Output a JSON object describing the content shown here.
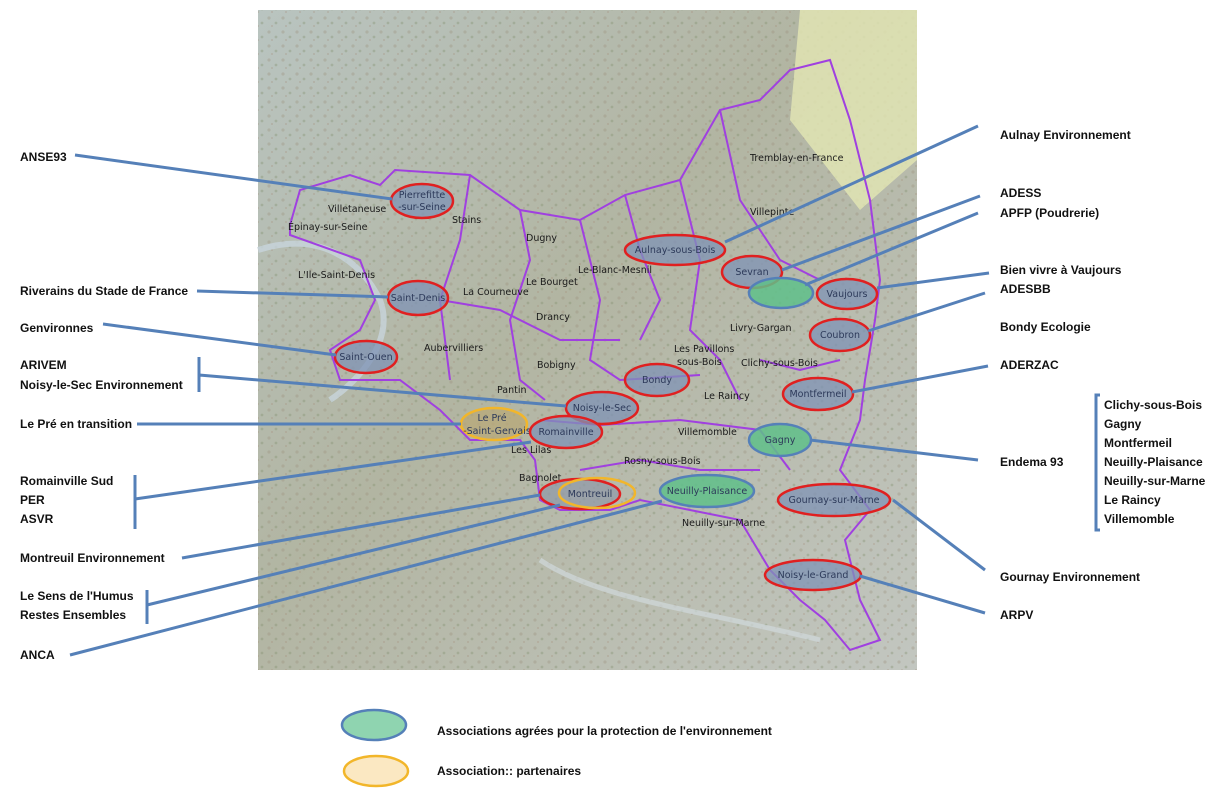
{
  "colors": {
    "red_ring": "#e02020",
    "green_fill": "#5fbf8a",
    "yellow_ring": "#f2b62a",
    "leader": "#5580b8",
    "border": "#a040e0"
  },
  "map": {
    "towns": {
      "tremblay": "Tremblay-en-France",
      "villepinte": "Villepinte",
      "villetaneuse": "Villetaneuse",
      "stains": "Stains",
      "epinay": "Épinay-sur-Seine",
      "dugny": "Dugny",
      "blanc_mesnil": "Le-Blanc-Mesnil",
      "bourget": "Le Bourget",
      "ile_saint_denis": "L'Ile-Saint-Denis",
      "courneuve": "La Courneuve",
      "drancy": "Drancy",
      "livry": "Livry-Gargan",
      "pavillons_1": "Les Pavillons",
      "pavillons_2": "sous-Bois",
      "clichy": "Clichy-sous-Bois",
      "aubervilliers": "Aubervilliers",
      "bobigny": "Bobigny",
      "pantin": "Pantin",
      "raincy": "Le Raincy",
      "villemomble": "Villemomble",
      "lilas": "Les Lilas",
      "rosny": "Rosny-sous-Bois",
      "bagnolet": "Bagnolet",
      "neuilly_marne": "Neuilly-sur-Marne"
    },
    "circled": {
      "pierrefitte_1": "Pierrefitte",
      "pierrefitte_2": "-sur-Seine",
      "saint_denis": "Saint-Denis",
      "saint_ouen": "Saint-Ouen",
      "aulnay": "Aulnay-sous-Bois",
      "sevran": "Sevran",
      "vaujours": "Vaujours",
      "coubron": "Coubron",
      "bondy": "Bondy",
      "montfermeil": "Montfermeil",
      "noisy_le_sec": "Noisy-le-Sec",
      "pre_1": "Le Pré",
      "pre_2": "-Saint-Gervais",
      "romainville": "Romainville",
      "gagny": "Gagny",
      "montreuil": "Montreuil",
      "neuilly_plaisance": "Neuilly-Plaisance",
      "gournay": "Gournay-sur-Marne",
      "noisy_le_grand": "Noisy-le-Grand"
    }
  },
  "left_annotations": {
    "anse93": "ANSE93",
    "riverains": "Riverains du Stade de France",
    "genvironnes": "Genvironnes",
    "arivem": "ARIVEM",
    "noisy_env": "Noisy-le-Sec Environnement",
    "pre_transition": "Le Pré en transition",
    "romainville_sud": "Romainville Sud",
    "per": "PER",
    "asvr": "ASVR",
    "montreuil_env": "Montreuil Environnement",
    "sens_humus": "Le Sens de l'Humus",
    "restes": "Restes Ensembles",
    "anca": "ANCA"
  },
  "right_annotations": {
    "aulnay_env": "Aulnay Environnement",
    "adess": "ADESS",
    "apfp": "APFP (Poudrerie)",
    "vaujours": "Bien vivre à Vaujours",
    "adesbb": "ADESBB",
    "bondy_eco": "Bondy Ecologie",
    "aderzac": "ADERZAC",
    "endema": "Endema 93",
    "endema_list": [
      "Clichy-sous-Bois",
      "Gagny",
      "Montfermeil",
      "Neuilly-Plaisance",
      "Neuilly-sur-Marne",
      "Le Raincy",
      "Villemomble"
    ],
    "gournay_env": "Gournay Environnement",
    "arpv": "ARPV"
  },
  "legend": {
    "approved": "Associations agrées pour la protection de l'environnement",
    "partners": "Association:: partenaires"
  }
}
